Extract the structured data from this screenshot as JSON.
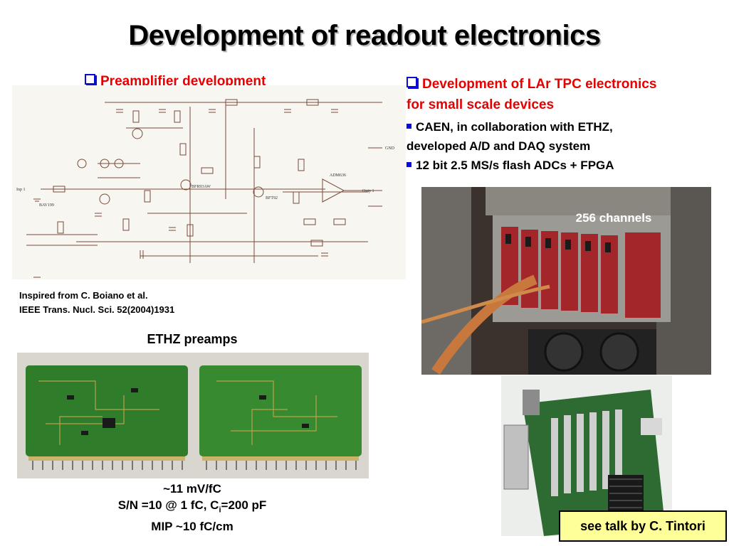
{
  "slide": {
    "title": "Development of readout electronics"
  },
  "left": {
    "heading": "Preamplifier development",
    "schematic_labels": {
      "inp": "Inp 1",
      "outp": "Outp 1",
      "gnd": "GND",
      "adm": "ADM636",
      "bav": "BAV199",
      "bfr": "BFR93AW",
      "bft": "BFT92"
    },
    "reference_line1": "Inspired from C. Boiano et al.",
    "reference_line2": "IEEE Trans. Nucl. Sci. 52(2004)1931",
    "photo_caption": "ETHZ preamps",
    "spec_line1": "~11 mV/fC",
    "spec_line2_pre": "S/N =10 @ 1 fC, C",
    "spec_line2_sub": "i",
    "spec_line2_post": "=200 pF",
    "spec_line3": "MIP ~10 fC/cm"
  },
  "right": {
    "heading_line1": "Development of LAr TPC electronics",
    "heading_line2": "for small scale devices",
    "bullet1_line1": "CAEN, in collaboration with ETHZ,",
    "bullet1_line2": "developed A/D and DAQ system",
    "bullet2": "12 bit 2.5 MS/s flash ADCs + FPGA",
    "crate_label": "256 channels",
    "note": "see talk by C. Tintori"
  },
  "colors": {
    "heading_red": "#e60000",
    "bullet_blue": "#0b0bd6",
    "note_bg": "#ffff99",
    "pcb_green": "#2f7d2a",
    "crate_red": "#a3262b"
  },
  "icons": {
    "heading_bullet": "hollow-square-bullet-icon",
    "list_bullet": "filled-square-bullet-icon"
  }
}
